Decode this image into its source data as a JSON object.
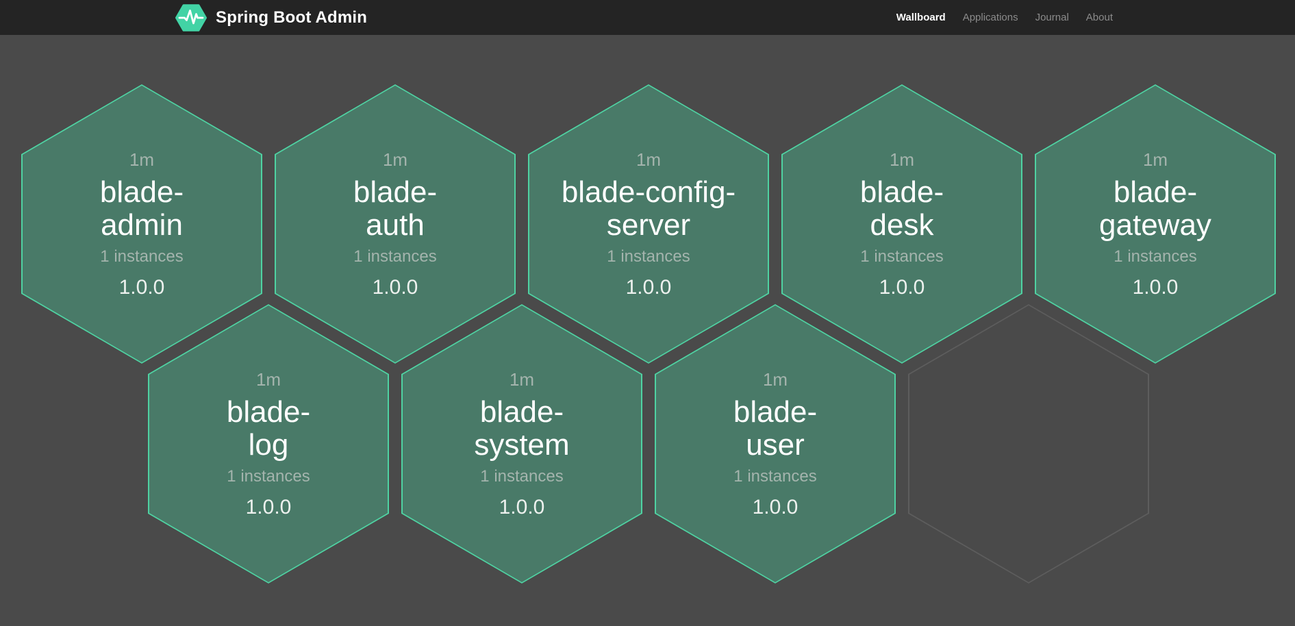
{
  "header": {
    "title": "Spring Boot Admin",
    "nav": [
      {
        "label": "Wallboard",
        "active": true
      },
      {
        "label": "Applications",
        "active": false
      },
      {
        "label": "Journal",
        "active": false
      },
      {
        "label": "About",
        "active": false
      }
    ]
  },
  "colors": {
    "brand_green": "#42d3a5",
    "hexagon_fill": "#497a68",
    "hexagon_border": "#4fd2a2",
    "empty_hexagon_border": "#5d5d5d",
    "page_background": "#4a4a4a",
    "header_background": "#242424"
  },
  "applications": [
    {
      "name": "blade-admin",
      "name_lines": [
        "blade-",
        "admin"
      ],
      "uptime": "1m",
      "instances": "1 instances",
      "version": "1.0.0",
      "status": "up"
    },
    {
      "name": "blade-auth",
      "name_lines": [
        "blade-",
        "auth"
      ],
      "uptime": "1m",
      "instances": "1 instances",
      "version": "1.0.0",
      "status": "up"
    },
    {
      "name": "blade-config-server",
      "name_lines": [
        "blade-config-",
        "server"
      ],
      "uptime": "1m",
      "instances": "1 instances",
      "version": "1.0.0",
      "status": "up"
    },
    {
      "name": "blade-desk",
      "name_lines": [
        "blade-",
        "desk"
      ],
      "uptime": "1m",
      "instances": "1 instances",
      "version": "1.0.0",
      "status": "up"
    },
    {
      "name": "blade-gateway",
      "name_lines": [
        "blade-",
        "gateway"
      ],
      "uptime": "1m",
      "instances": "1 instances",
      "version": "1.0.0",
      "status": "up"
    },
    {
      "name": "blade-log",
      "name_lines": [
        "blade-",
        "log"
      ],
      "uptime": "1m",
      "instances": "1 instances",
      "version": "1.0.0",
      "status": "up"
    },
    {
      "name": "blade-system",
      "name_lines": [
        "blade-",
        "system"
      ],
      "uptime": "1m",
      "instances": "1 instances",
      "version": "1.0.0",
      "status": "up"
    },
    {
      "name": "blade-user",
      "name_lines": [
        "blade-",
        "user"
      ],
      "uptime": "1m",
      "instances": "1 instances",
      "version": "1.0.0",
      "status": "up"
    }
  ],
  "empty_slots": 1
}
